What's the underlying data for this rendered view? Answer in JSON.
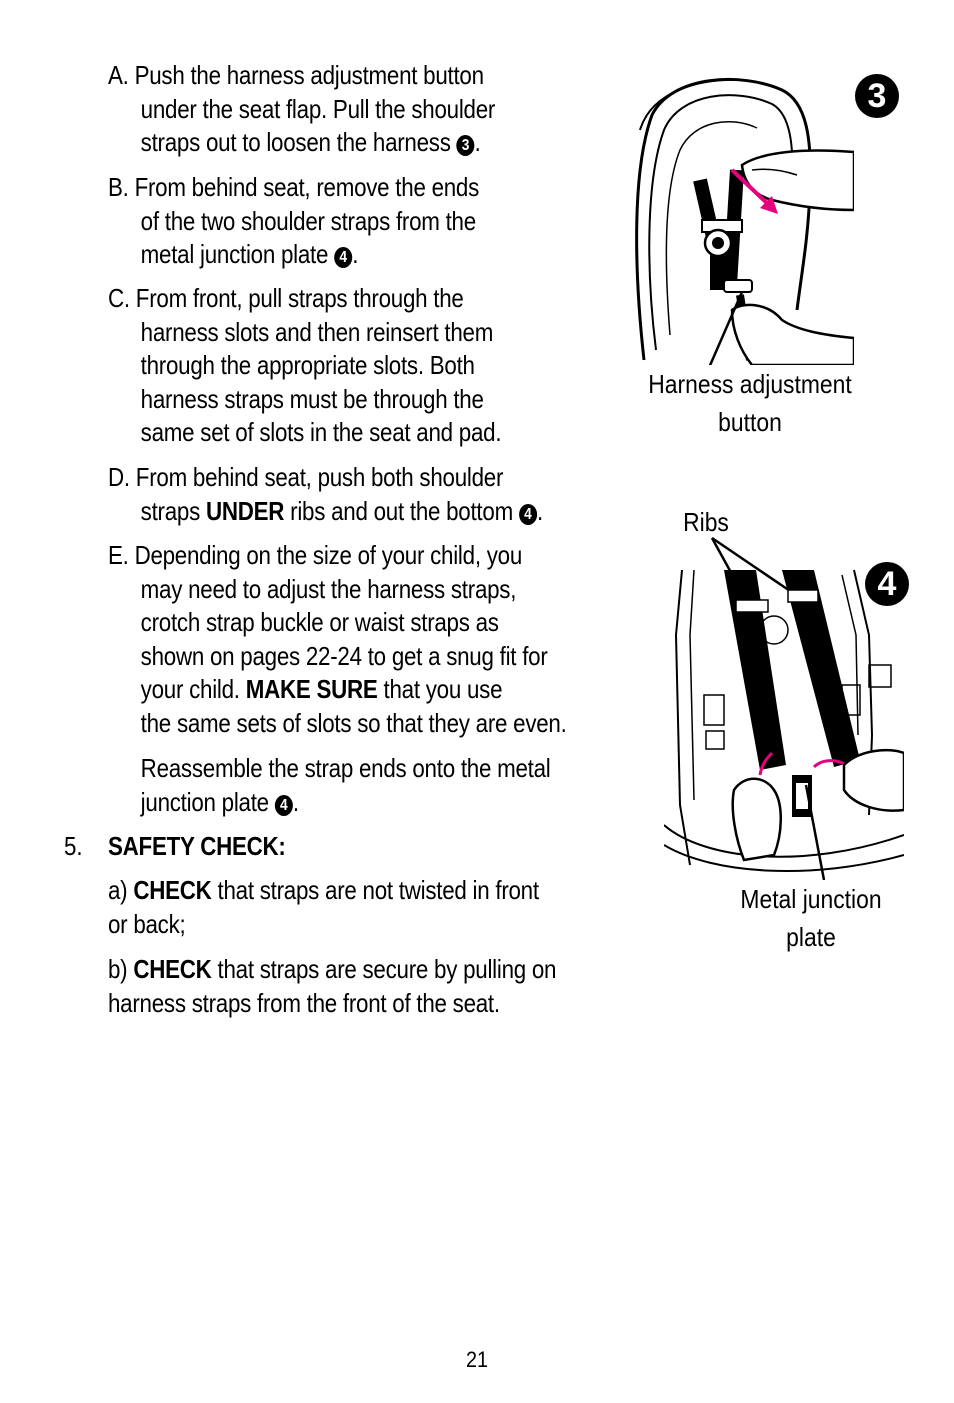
{
  "steps": {
    "a": {
      "l1": "A. Push the harness adjustment button",
      "l2": "under the seat flap. Pull the shoulder",
      "l3": "straps out to loosen the harness",
      "badge": "3",
      "end": "."
    },
    "b": {
      "l1": "B. From behind seat, remove the ends",
      "l2": "of the two shoulder straps from the",
      "l3": "metal junction plate",
      "badge": "4",
      "end": "."
    },
    "c": {
      "l1": "C. From front, pull straps through the",
      "l2": "harness slots and then reinsert them",
      "l3": "through the appropriate slots. Both",
      "l4": "harness straps must be through the",
      "l5": "same set of slots in the seat and pad."
    },
    "d": {
      "l1": "D. From behind seat, push both shoulder",
      "l2_pre": "straps ",
      "l2_bold": "UNDER",
      "l2_post": " ribs and out the bottom",
      "badge": "4",
      "end": "."
    },
    "e": {
      "l1": "E. Depending on the size of your child, you",
      "l2": "may need to adjust the harness straps,",
      "l3": "crotch strap buckle or waist straps as",
      "l4": "shown on pages 22-24 to get a snug fit for",
      "l5_pre": "your child. ",
      "l5_bold": "MAKE SURE",
      "l5_post": " that you use",
      "l6": "the same sets of slots so that they are even."
    },
    "reassemble": {
      "l1": "Reassemble the strap ends onto the metal",
      "l2": "junction plate",
      "badge": "4",
      "end": "."
    }
  },
  "safety": {
    "number": "5.",
    "heading": "SAFETY CHECK:",
    "a_prefix": "a) ",
    "a_bold": "CHECK",
    "a_l1": " that straps are not twisted in front",
    "a_l2": "or back;",
    "b_prefix": "b) ",
    "b_bold": "CHECK",
    "b_l1": " that straps are secure by pulling on",
    "b_l2": "harness straps from the front of the seat."
  },
  "figures": {
    "fig3": {
      "badge": "3",
      "caption_l1": "Harness adjustment",
      "caption_l2": "button"
    },
    "fig4": {
      "badge": "4",
      "ribs_label": "Ribs",
      "caption_l1": "Metal junction",
      "caption_l2": "plate"
    }
  },
  "colors": {
    "accent": "#e6007e"
  },
  "page_number": "21"
}
